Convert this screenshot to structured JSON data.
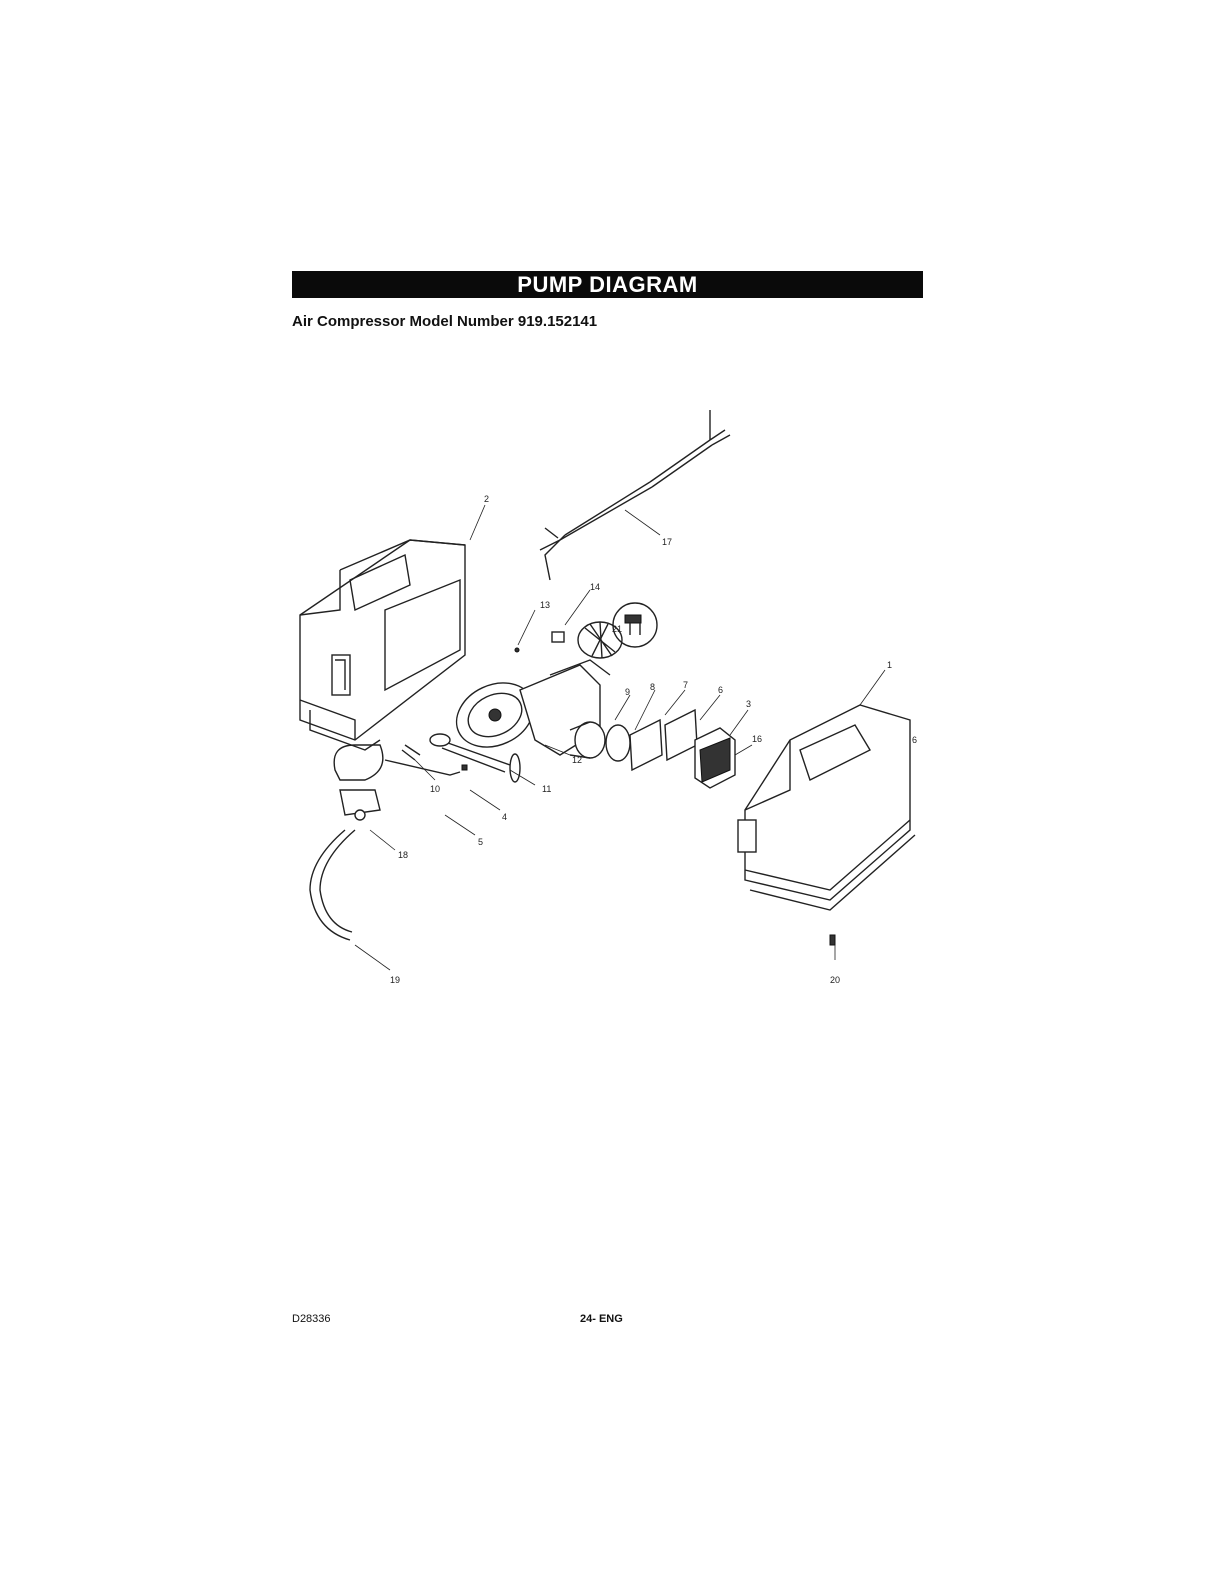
{
  "header": {
    "title": "PUMP DIAGRAM",
    "subtitle": "Air Compressor Model Number 919.152141"
  },
  "diagram": {
    "callouts": [
      "1",
      "2",
      "3",
      "4",
      "5",
      "6",
      "6",
      "7",
      "8",
      "9",
      "10",
      "11",
      "12",
      "13",
      "14",
      "16",
      "17",
      "18",
      "19",
      "20",
      "21"
    ]
  },
  "footer": {
    "doc_code": "D28336",
    "page_number": "24- ENG"
  }
}
